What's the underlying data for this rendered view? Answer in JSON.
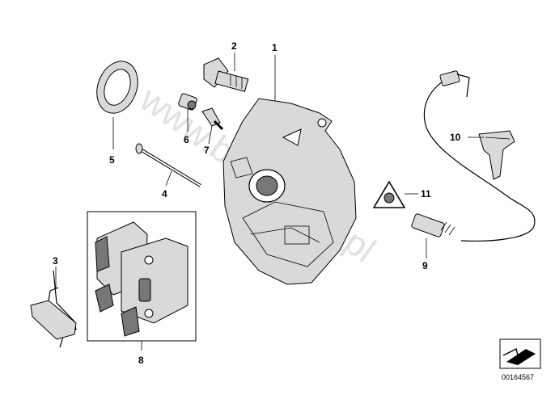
{
  "diagram": {
    "watermark": "www.bmwstore.pl",
    "diagram_number": "00164567",
    "callouts": {
      "c1": "1",
      "c2": "2",
      "c3": "3",
      "c4": "4",
      "c5": "5",
      "c6": "6",
      "c7": "7",
      "c8": "8",
      "c9": "9",
      "c10": "10",
      "c11": "11"
    }
  }
}
